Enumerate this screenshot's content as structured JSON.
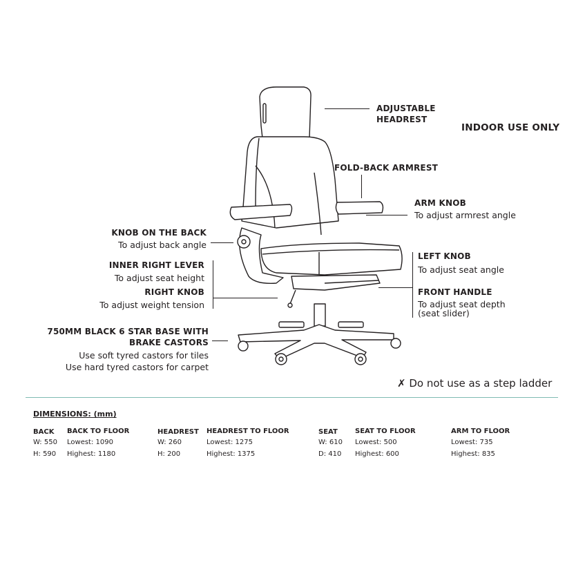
{
  "callouts": {
    "headrest": {
      "title_line1": "ADJUSTABLE",
      "title_line2": "HEADREST"
    },
    "indoor": "INDOOR USE ONLY",
    "armrest": {
      "title": "FOLD-BACK ARMREST"
    },
    "arm_knob": {
      "title": "ARM KNOB",
      "desc": "To adjust armrest angle"
    },
    "back_knob": {
      "title": "KNOB ON THE BACK",
      "desc": "To adjust back angle"
    },
    "inner_lever": {
      "title": "INNER RIGHT LEVER",
      "desc": "To adjust seat height"
    },
    "right_knob": {
      "title": "RIGHT KNOB",
      "desc": "To adjust weight tension"
    },
    "left_knob": {
      "title": "LEFT KNOB",
      "desc": "To adjust seat angle"
    },
    "front_handle": {
      "title": "FRONT HANDLE",
      "desc_line1": "To adjust seat depth",
      "desc_line2": "(seat slider)"
    },
    "base": {
      "title_line1": "750MM BLACK 6 STAR BASE WITH",
      "title_line2": "BRAKE CASTORS",
      "desc_line1": "Use soft tyred castors for tiles",
      "desc_line2": "Use hard tyred castors for carpet"
    },
    "warning": {
      "mark": "✗",
      "text": "Do not use as a step ladder"
    }
  },
  "dimensions": {
    "title": "DIMENSIONS: (mm)",
    "back": {
      "header": "BACK",
      "w": "W: 550",
      "h": "H: 590"
    },
    "back_to_floor": {
      "header": "BACK TO FLOOR",
      "lowest": "Lowest: 1090",
      "highest": "Highest: 1180"
    },
    "headrest": {
      "header": "HEADREST",
      "w": "W: 260",
      "h": "H: 200"
    },
    "headrest_to_floor": {
      "header": "HEADREST TO FLOOR",
      "lowest": "Lowest: 1275",
      "highest": "Highest: 1375"
    },
    "seat": {
      "header": "SEAT",
      "w": "W: 610",
      "d": "D: 410"
    },
    "seat_to_floor": {
      "header": "SEAT TO FLOOR",
      "lowest": "Lowest: 500",
      "highest": "Highest: 600"
    },
    "arm_to_floor": {
      "header": "ARM TO FLOOR",
      "lowest": "Lowest: 735",
      "highest": "Highest: 835"
    }
  },
  "colors": {
    "divider": "#7fbab2",
    "text": "#231f20"
  }
}
